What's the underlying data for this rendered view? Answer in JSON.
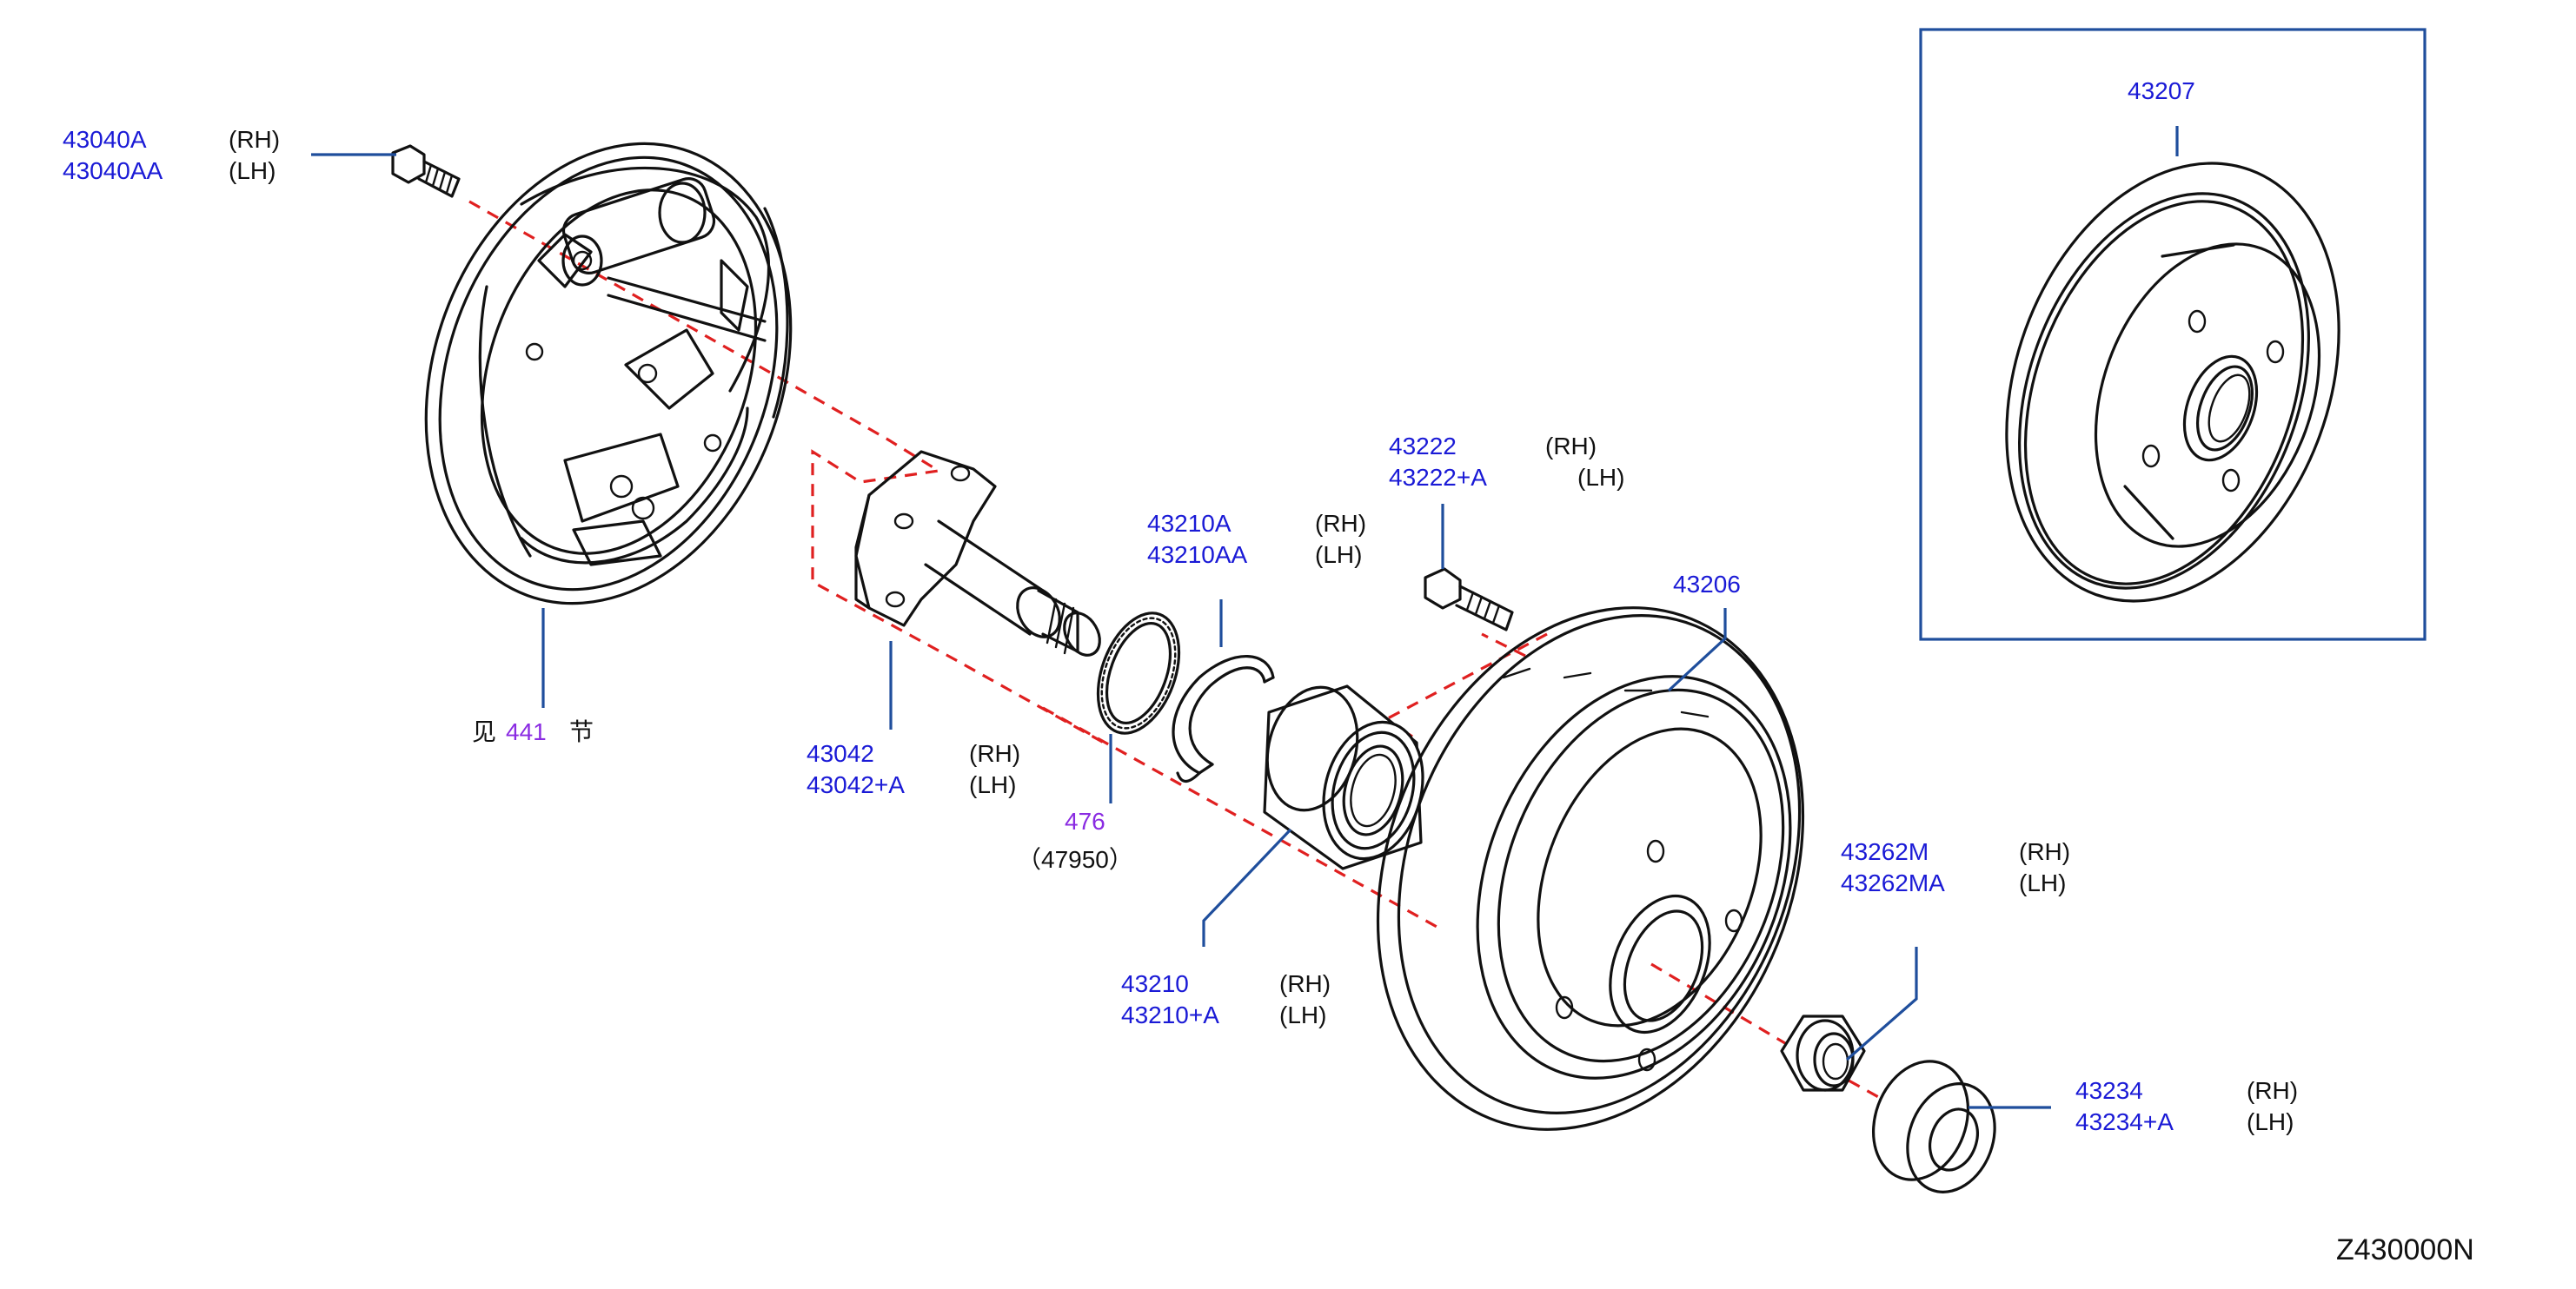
{
  "parts": {
    "bolt_hub": {
      "pn_rh": "43040A",
      "side_rh": "(RH)",
      "pn_lh": "43040AA",
      "side_lh": "(LH)"
    },
    "backplate": {
      "see_prefix": "见",
      "see_ref": "441",
      "see_suffix": "节"
    },
    "hub_spindle": {
      "pn_rh": "43042",
      "side_rh": "(RH)",
      "pn_lh": "43042+A",
      "side_lh": "(LH)"
    },
    "sensor_rotor": {
      "ref": "476",
      "sub": "（47950）"
    },
    "snap_ring": {
      "pn_rh": "43210A",
      "side_rh": "(RH)",
      "pn_lh": "43210AA",
      "side_lh": "(LH)"
    },
    "bearing": {
      "pn_rh": "43210",
      "side_rh": "(RH)",
      "pn_lh": "43210+A",
      "side_lh": "(LH)"
    },
    "hub_bolt": {
      "pn_rh": "43222",
      "side_rh": "(RH)",
      "pn_lh": "43222+A",
      "side_lh": "(LH)"
    },
    "drum": {
      "pn": "43206"
    },
    "disc": {
      "pn": "43207"
    },
    "nut": {
      "pn_rh": "43262M",
      "side_rh": "(RH)",
      "pn_lh": "43262MA",
      "side_lh": "(LH)"
    },
    "cap": {
      "pn_rh": "43234",
      "side_rh": "(RH)",
      "pn_lh": "43234+A",
      "side_lh": "(LH)"
    }
  },
  "diagram_code": "Z430000N",
  "colors": {
    "part_number": "#1a1ad6",
    "reference": "#8a2be2",
    "leader": "#1f4e9c",
    "center_axis": "#e02020",
    "line_art": "#111111"
  }
}
